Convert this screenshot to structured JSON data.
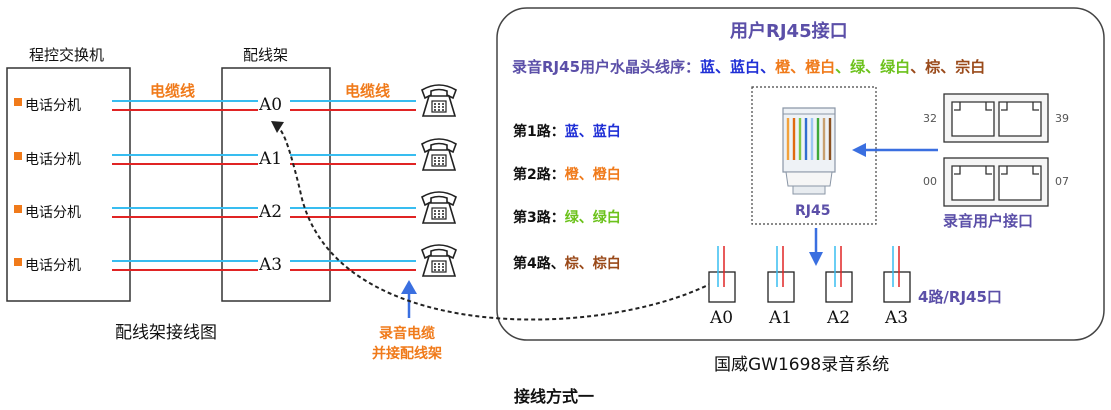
{
  "colors": {
    "orange": "#f07a1a",
    "blue_text": "#1f2fd6",
    "cable_blue": "#38bdf0",
    "cable_red": "#e02424",
    "purple": "#5b4fa8",
    "arrow_blue": "#3a6fe0",
    "green": "#6cc21c",
    "brown": "#9a4a1a",
    "border": "#333333"
  },
  "left": {
    "switch_title": "程控交换机",
    "frame_title": "配线架",
    "ext_label": "电话分机",
    "cable_label": "电缆线",
    "ports": [
      "A0",
      "A1",
      "A2",
      "A3"
    ],
    "caption": "配线架接线图",
    "recording_cable_line1": "录音电缆",
    "recording_cable_line2": "并接配线架"
  },
  "right": {
    "title": "用户RJ45接口",
    "seq_prefix": "录音RJ45用户水晶头线序：",
    "seq": [
      {
        "text": "蓝",
        "color": "#1f2fd6"
      },
      {
        "text": "、",
        "color": "#1f2fd6"
      },
      {
        "text": "蓝白",
        "color": "#1f2fd6"
      },
      {
        "text": "、",
        "color": "#1f2fd6"
      },
      {
        "text": "橙",
        "color": "#f07a1a"
      },
      {
        "text": "、",
        "color": "#f07a1a"
      },
      {
        "text": "橙白",
        "color": "#f07a1a"
      },
      {
        "text": "、",
        "color": "#6cc21c"
      },
      {
        "text": "绿",
        "color": "#6cc21c"
      },
      {
        "text": "、",
        "color": "#6cc21c"
      },
      {
        "text": "绿白",
        "color": "#6cc21c"
      },
      {
        "text": "、",
        "color": "#9a4a1a"
      },
      {
        "text": "棕",
        "color": "#9a4a1a"
      },
      {
        "text": "、",
        "color": "#9a4a1a"
      },
      {
        "text": "宗白",
        "color": "#9a4a1a"
      }
    ],
    "routes": [
      {
        "prefix": "第1路：",
        "parts": [
          {
            "text": "蓝、蓝白",
            "color": "#1f2fd6"
          }
        ]
      },
      {
        "prefix": "第2路：",
        "parts": [
          {
            "text": "橙、橙白",
            "color": "#f07a1a"
          }
        ]
      },
      {
        "prefix": "第3路：",
        "parts": [
          {
            "text": "绿、绿白",
            "color": "#6cc21c"
          }
        ]
      },
      {
        "prefix": "第4路、",
        "parts": [
          {
            "text": "棕、棕白",
            "color": "#9a4a1a"
          }
        ]
      }
    ],
    "rj45_label": "RJ45",
    "port_numbers": [
      "32",
      "39",
      "00",
      "07"
    ],
    "user_port_label": "录音用户接口",
    "ports": [
      "A0",
      "A1",
      "A2",
      "A3"
    ],
    "port_group_label": "4路/RJ45口",
    "system_caption": "国威GW1698录音系统"
  },
  "footer": {
    "title": "接线方式一"
  }
}
